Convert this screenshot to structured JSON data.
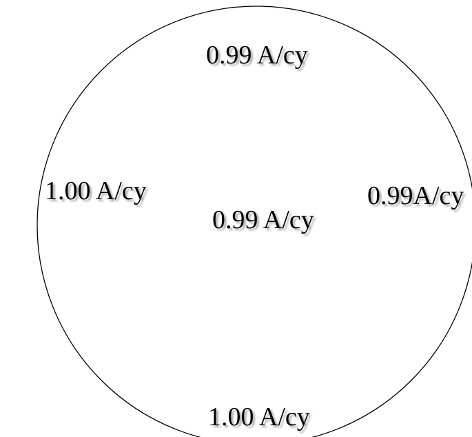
{
  "measurements": {
    "top": "0.99 A/cy",
    "left": "1.00 A/cy",
    "center": "0.99 A/cy",
    "right": "0.99A/cy",
    "bottom": "1.00 A/cy"
  },
  "colors": {
    "outline": "#000000",
    "text": "#000000",
    "shadow": "#9a9a9a",
    "background": "#ffffff"
  }
}
